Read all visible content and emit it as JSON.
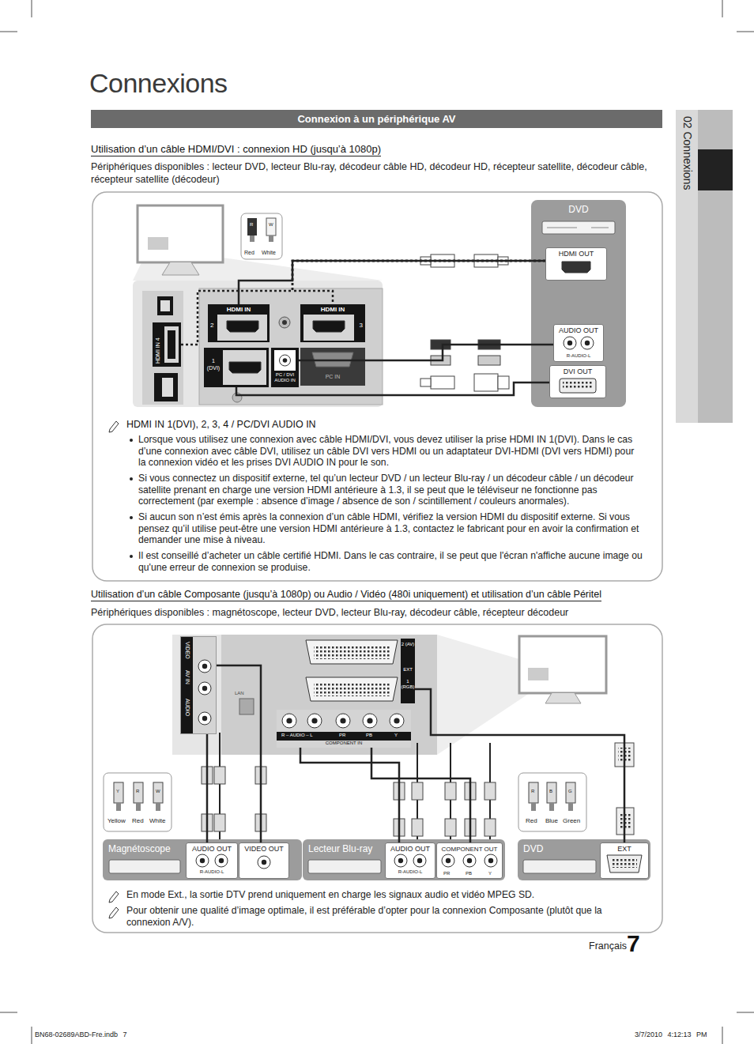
{
  "diagram": {
    "title": "Connexions",
    "nodes": [
      {
        "text": [
          "Connexion à un périphérique AV"
        ]
      },
      {
        "text": [
          "02 Connexions"
        ]
      },
      {
        "text": [
          "DVD"
        ]
      },
      {
        "text": [
          "HDMI OUT"
        ],
        "in": 2
      },
      {
        "text": [
          "AUDIO OUT",
          "R-AUDIO-L"
        ],
        "in": 2
      },
      {
        "text": [
          "DVI OUT"
        ],
        "in": 2
      },
      {
        "text": [
          "HDMI IN",
          "2"
        ]
      },
      {
        "text": [
          "HDMI IN",
          "3"
        ]
      },
      {
        "text": [
          "1 (DVI)"
        ]
      },
      {
        "text": [
          "PC / DVI AUDIO IN"
        ]
      },
      {
        "text": [
          "PC IN"
        ]
      },
      {
        "text": [
          "HDMI IN 4"
        ]
      },
      {
        "text": [
          "Magnétoscope"
        ]
      },
      {
        "text": [
          "AUDIO OUT",
          "R-AUDIO-L"
        ],
        "in": 12
      },
      {
        "text": [
          "VIDEO OUT"
        ],
        "in": 12
      },
      {
        "text": [
          "Lecteur Blu-ray"
        ]
      },
      {
        "text": [
          "AUDIO OUT",
          "R-AUDIO-L"
        ],
        "in": 15
      },
      {
        "text": [
          "COMPONENT OUT",
          "PR",
          "PB",
          "Y"
        ],
        "in": 15
      },
      {
        "text": [
          "DVD"
        ]
      },
      {
        "text": [
          "EXT"
        ],
        "in": 18
      },
      {
        "text": [
          "VIDEO",
          "AV IN",
          "AUDIO"
        ]
      },
      {
        "text": [
          "2 (AV)"
        ]
      },
      {
        "text": [
          "1 (RGB)"
        ]
      },
      {
        "text": [
          "R – AUDIO – L",
          "PR",
          "PB",
          "Y",
          "COMPONENT IN"
        ]
      }
    ],
    "edges": [
      {
        "from": 3,
        "to": 6,
        "arrow": "none"
      },
      {
        "from": 3,
        "to": 7,
        "arrow": "none"
      },
      {
        "from": 3,
        "to": 11,
        "arrow": "none"
      },
      {
        "from": 5,
        "to": 8,
        "arrow": "none"
      },
      {
        "from": 4,
        "to": 9,
        "arrow": "none"
      },
      {
        "from": 13,
        "to": 20,
        "arrow": "none"
      },
      {
        "from": 14,
        "to": 20,
        "arrow": "none"
      },
      {
        "from": 16,
        "to": 23,
        "arrow": "none"
      },
      {
        "from": 17,
        "to": 23,
        "arrow": "none"
      },
      {
        "from": 19,
        "to": 22,
        "arrow": "none"
      }
    ],
    "labels": [
      "Utilisation d’un câble HDMI/DVI : connexion HD (jusqu’à 1080p)",
      "Périphériques disponibles : lecteur DVD, lecteur Blu-ray, décodeur câble HD, décodeur HD, récepteur satellite, décodeur câble, récepteur satellite (décodeur)",
      "R",
      "W",
      "Red",
      "White",
      "HDMI IN 1(DVI), 2, 3, 4 / PC/DVI AUDIO IN",
      "Lorsque vous utilisez une connexion avec câble HDMI/DVI, vous devez utiliser la prise HDMI IN 1(DVI). Dans le cas d’une connexion avec câble DVI, utilisez un câble DVI vers HDMI ou un adaptateur DVI-HDMI (DVI vers HDMI) pour la connexion vidéo et les prises DVI AUDIO IN pour le son.",
      "Si vous connectez un dispositif externe, tel qu’un lecteur DVD / un lecteur Blu-ray / un décodeur câble / un décodeur satellite prenant en charge une version HDMI antérieure à 1.3, il se peut que le téléviseur ne fonctionne pas correctement (par exemple : absence d’image / absence de son / scintillement / couleurs anormales).",
      "Si aucun son n’est émis après la connexion d’un câble HDMI, vérifiez la version HDMI du dispositif externe. Si vous pensez qu’il utilise peut-être une version HDMI antérieure à 1.3, contactez le fabricant pour en avoir la confirmation et demander une mise à niveau.",
      "Il est conseillé d’acheter un câble certifié HDMI. Dans le cas contraire, il se peut que l'écran n'affiche aucune image ou qu'une erreur de connexion se produise.",
      "Utilisation d’un câble Composante (jusqu’à 1080p) ou Audio / Vidéo (480i uniquement) et utilisation d’un câble Péritel",
      "Périphériques disponibles : magnétoscope, lecteur DVD, lecteur Blu-ray, décodeur câble, récepteur décodeur",
      "EXT",
      "LAN",
      "Y",
      "R",
      "W",
      "Yellow",
      "Red",
      "White",
      "R",
      "B",
      "G",
      "Red",
      "Blue",
      "Green",
      "En mode Ext., la sortie DTV prend uniquement en charge les signaux audio et vidéo MPEG SD.",
      "Pour obtenir une qualité d’image optimale, il est préférable d’opter pour la connexion Composante (plutôt que la connexion A/V).",
      "Français",
      "7",
      "BN68-02689ABD-Fre.indb 7",
      "3/7/2010 4:12:13 PM"
    ]
  }
}
